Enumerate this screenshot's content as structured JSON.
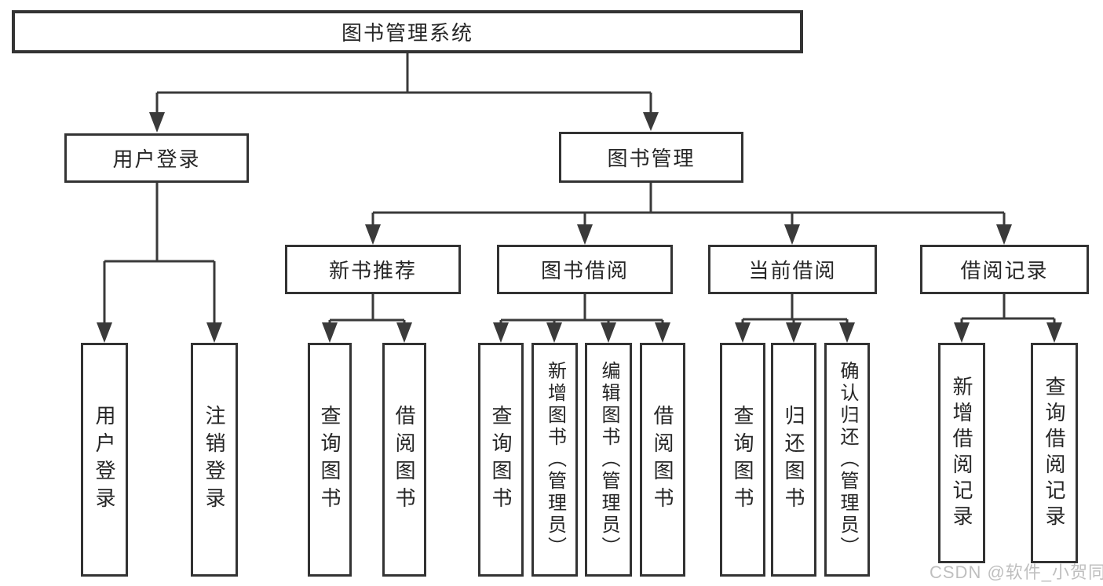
{
  "diagram": {
    "root": {
      "label": "图书管理系统"
    },
    "level2": [
      {
        "label": "用户登录"
      },
      {
        "label": "图书管理"
      }
    ],
    "level3": [
      {
        "label": "新书推荐"
      },
      {
        "label": "图书借阅"
      },
      {
        "label": "当前借阅"
      },
      {
        "label": "借阅记录"
      }
    ],
    "level4": {
      "user_login": [
        {
          "label": "用户登录"
        },
        {
          "label": "注销登录"
        }
      ],
      "new_book_recommend": [
        {
          "label": "查询图书"
        },
        {
          "label": "借阅图书"
        }
      ],
      "book_borrow": [
        {
          "label": "查询图书"
        },
        {
          "label": "新增图书（管理员）"
        },
        {
          "label": "编辑图书（管理员）"
        },
        {
          "label": "借阅图书"
        }
      ],
      "current_borrow": [
        {
          "label": "查询图书"
        },
        {
          "label": "归还图书"
        },
        {
          "label": "确认归还（管理员）"
        }
      ],
      "borrow_records": [
        {
          "label": "新增借阅记录"
        },
        {
          "label": "查询借阅记录"
        }
      ]
    }
  },
  "watermark": {
    "text": "CSDN @软件_小贺同学"
  },
  "colors": {
    "line": "#3a3a3a",
    "box_border": "#333333",
    "text": "#262626",
    "background": "#ffffff",
    "watermark": "#bfbfbf"
  }
}
